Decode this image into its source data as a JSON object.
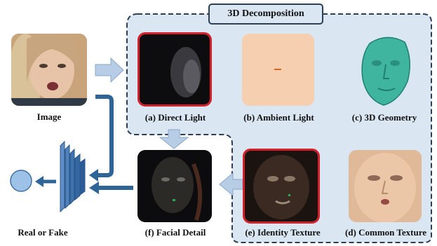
{
  "diagram": {
    "decomposition_title": "3D Decomposition",
    "input_caption": "Image",
    "output_caption": "Real or Fake",
    "components": {
      "direct_light": "(a) Direct Light",
      "ambient_light": "(b) Ambient Light",
      "geometry": "(c) 3D Geometry",
      "common_texture": "(d) Common Texture",
      "identity_texture": "(e) Identity Texture",
      "facial_detail": "(f) Facial Detail"
    }
  },
  "colors": {
    "region_fill": "#dbe6f3",
    "region_border": "#2d3f57",
    "arrow_fill": "#b7cde6",
    "arrow_dark": "#2f6497",
    "highlight_border": "#d4202b"
  }
}
